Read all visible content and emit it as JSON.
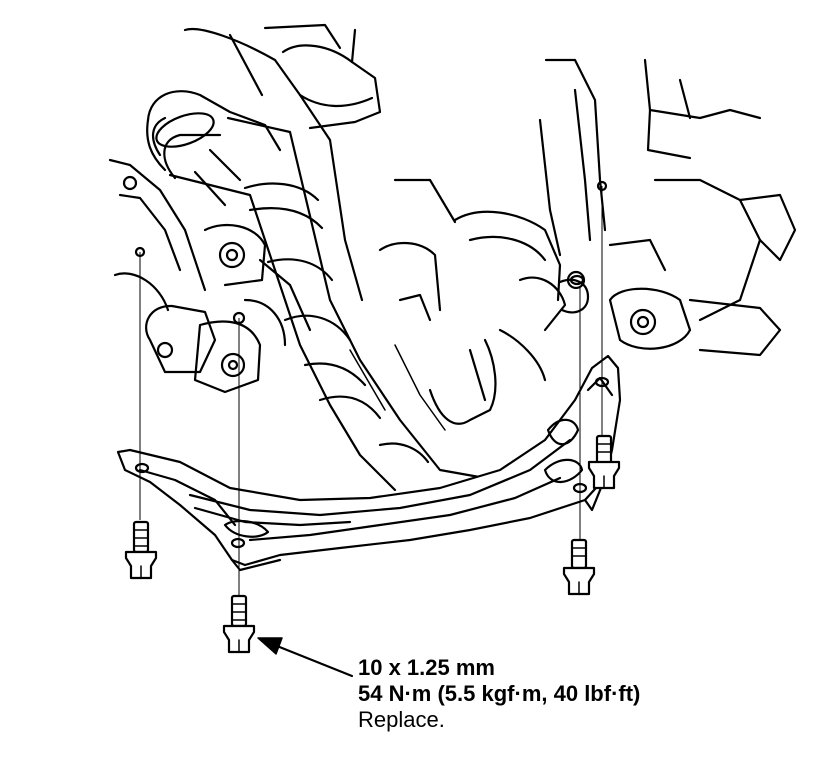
{
  "callout": {
    "size": "10 x 1.25 mm",
    "torque": "54 N·m (5.5 kgf·m, 40 lbf·ft)",
    "note": "Replace."
  },
  "colors": {
    "line": "#000000",
    "background": "#ffffff"
  }
}
